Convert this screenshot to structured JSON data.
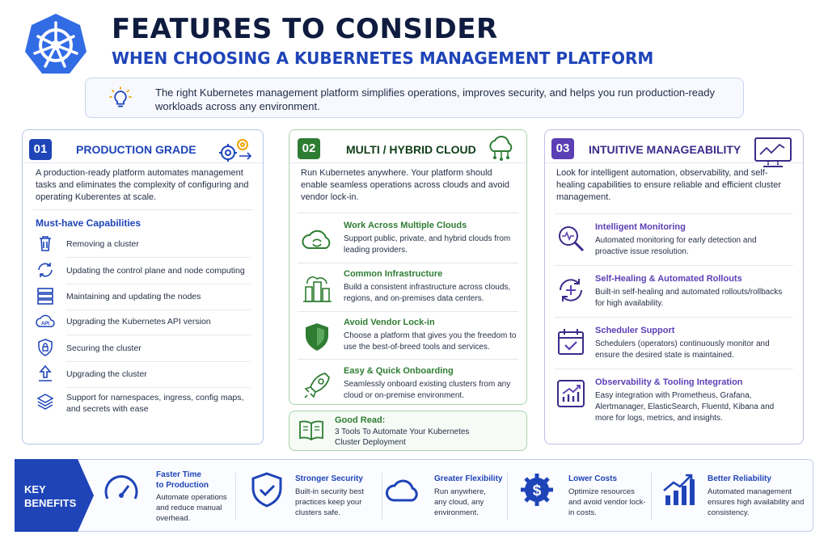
{
  "header": {
    "title": "FEATURES TO CONSIDER",
    "subtitle": "WHEN CHOOSING A KUBERNETES MANAGEMENT PLATFORM",
    "logo_icon": "kubernetes-helm-wheel-icon",
    "brand_color": "#326ce5"
  },
  "intro": {
    "icon": "lightbulb-icon",
    "text": "The right Kubernetes management platform simplifies operations, improves security, and helps you run production-ready workloads across any environment."
  },
  "cards": [
    {
      "number": "01",
      "title": "PRODUCTION GRADE",
      "accent": "#1e44b8",
      "icon": "gears-icon",
      "description": "A production-ready platform automates management tasks and eliminates the complexity of configuring and operating Kuberentes at scale.",
      "capabilities_heading": "Must-have Capabilities",
      "capabilities": [
        {
          "label": "Removing a cluster",
          "icon": "trash-icon"
        },
        {
          "label": "Updating the control plane and node computing",
          "icon": "refresh-icon"
        },
        {
          "label": "Maintaining and updating the nodes",
          "icon": "server-icon"
        },
        {
          "label": "Upgrading the Kubernetes API version",
          "icon": "api-icon"
        },
        {
          "label": "Securing the cluster",
          "icon": "lock-shield-icon"
        },
        {
          "label": "Upgrading the cluster",
          "icon": "upload-arrow-icon"
        },
        {
          "label": "Support for namespaces, ingress, config maps, and secrets with ease",
          "icon": "layers-icon"
        }
      ]
    },
    {
      "number": "02",
      "title": "MULTI / HYBRID CLOUD",
      "accent": "#2e7d32",
      "icon": "cloud-network-icon",
      "description": "Run Kubernetes anywhere. Your platform should enable seamless operations across clouds and avoid vendor lock-in.",
      "features": [
        {
          "title": "Work Across Multiple Clouds",
          "desc": "Support public, private, and hybrid clouds from leading providers.",
          "icon": "cloud-sync-icon"
        },
        {
          "title": "Common Infrastructure",
          "desc": "Build a consistent infrastructure across clouds, regions, and on-premises data centers.",
          "icon": "buildings-cloud-icon"
        },
        {
          "title": "Avoid Vendor Lock-in",
          "desc": "Choose a platform that gives you the freedom to use the best-of-breed tools and services.",
          "icon": "shield-icon"
        },
        {
          "title": "Easy & Quick Onboarding",
          "desc": "Seamlessly onboard existing clusters from any cloud or on-premise environment.",
          "icon": "rocket-icon"
        }
      ],
      "good_read": {
        "heading": "Good Read:",
        "text": "3 Tools To Automate Your Kubernetes Cluster Deployment",
        "icon": "open-book-icon"
      }
    },
    {
      "number": "03",
      "title": "INTUITIVE MANAGEABILITY",
      "accent": "#5b3fb5",
      "icon": "monitor-chart-icon",
      "description": "Look for intelligent automation, observability, and self-healing capabilities to ensure reliable and efficient cluster management.",
      "features": [
        {
          "title": "Intelligent Monitoring",
          "desc": "Automated monitoring for early detection and proactive issue resolution.",
          "icon": "magnifier-pulse-icon"
        },
        {
          "title": "Self-Healing & Automated Rollouts",
          "desc": "Built-in self-healing and automated rollouts/rollbacks for high availability.",
          "icon": "heal-cycle-icon"
        },
        {
          "title": "Scheduler Support",
          "desc": "Schedulers (operators) continuously monitor and ensure the desired state is maintained.",
          "icon": "calendar-check-icon"
        },
        {
          "title": "Observability & Tooling Integration",
          "desc": "Easy integration with Prometheus, Grafana, Alertmanager, ElasticSearch, Fluentd, Kibana and more for logs, metrics, and insights.",
          "icon": "growth-chart-icon"
        }
      ]
    }
  ],
  "benefits": {
    "label_line1": "KEY",
    "label_line2": "BENEFITS",
    "items": [
      {
        "title_line1": "Faster Time",
        "title_line2": "to Production",
        "desc": "Automate operations and reduce manual overhead.",
        "icon": "speedometer-icon"
      },
      {
        "title_line1": "Stronger Security",
        "title_line2": "",
        "desc": "Built-in security best practices keep your clusters safe.",
        "icon": "shield-check-icon"
      },
      {
        "title_line1": "Greater Flexibility",
        "title_line2": "",
        "desc": "Run anywhere, any cloud, any environment.",
        "icon": "cloud-icon"
      },
      {
        "title_line1": "Lower Costs",
        "title_line2": "",
        "desc": "Optimize resources and avoid vendor lock-in costs.",
        "icon": "dollar-gear-icon"
      },
      {
        "title_line1": "Better Reliability",
        "title_line2": "",
        "desc": "Automated management ensures high availability and consistency.",
        "icon": "bar-chart-up-icon"
      }
    ]
  }
}
